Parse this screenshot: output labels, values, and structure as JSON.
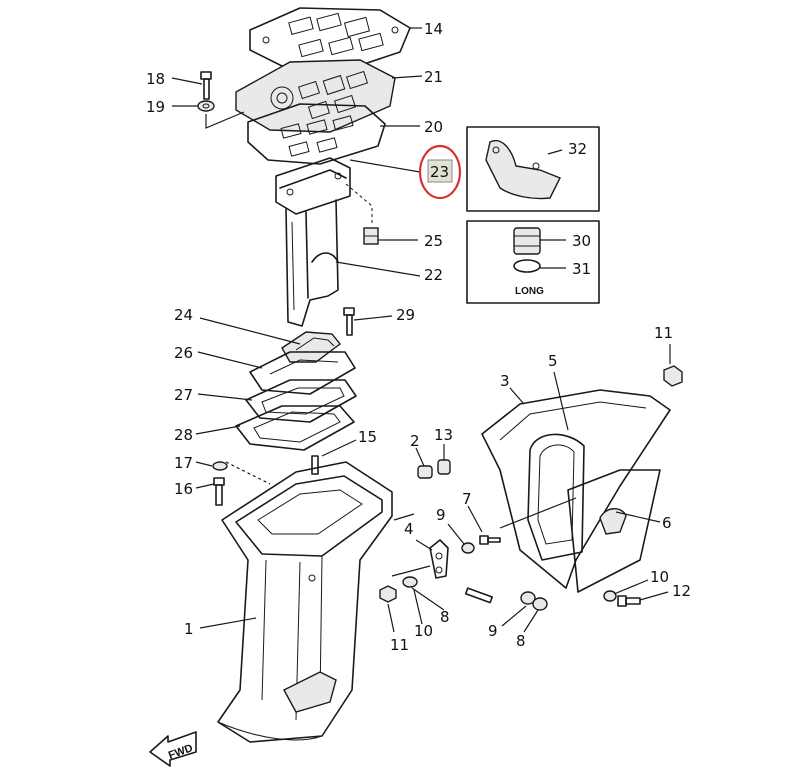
{
  "highlight_color": "#d93030",
  "highlighted_callout": "23",
  "callouts": {
    "p14": "14",
    "p18": "18",
    "p21": "21",
    "p19": "19",
    "p20": "20",
    "p23": "23",
    "p32": "32",
    "p25": "25",
    "p30": "30",
    "p22": "22",
    "p31": "31",
    "p24": "24",
    "p29": "29",
    "p11a": "11",
    "p26": "26",
    "p5": "5",
    "p3": "3",
    "p27": "27",
    "p28": "28",
    "p15": "15",
    "p2": "2",
    "p13": "13",
    "p17": "17",
    "p16": "16",
    "p7": "7",
    "p9a": "9",
    "p6": "6",
    "p4": "4",
    "p10a": "10",
    "p12": "12",
    "p1": "1",
    "p8a": "8",
    "p11b": "11",
    "p10b": "10",
    "p9b": "9",
    "p8b": "8"
  },
  "inset_label": "LONG",
  "fwd_label": "FWD"
}
